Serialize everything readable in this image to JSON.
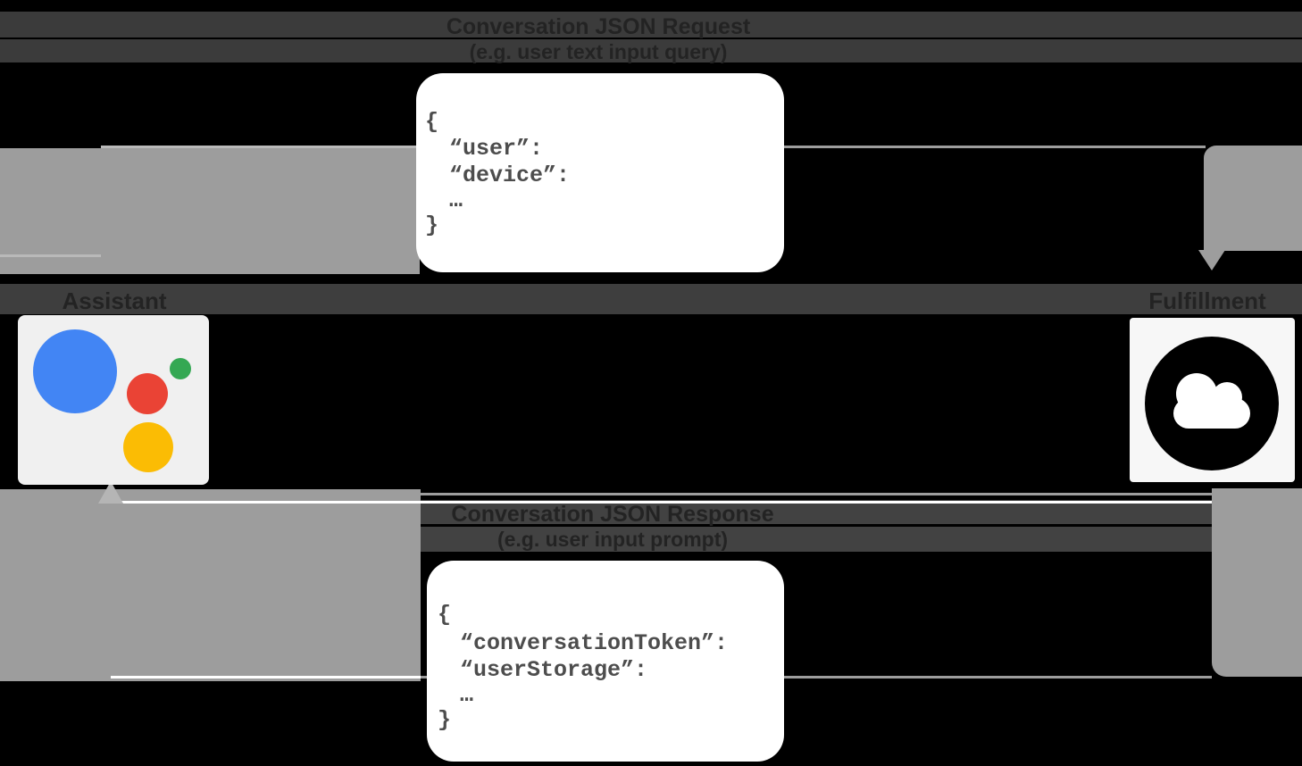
{
  "request": {
    "title": "Conversation JSON Request",
    "subtitle": "(e.g. user text input query)",
    "payload": {
      "open_brace": "{",
      "field1": "“user”:",
      "field2": "“device”:",
      "ellipsis": "…",
      "close_brace": "}"
    }
  },
  "response": {
    "title": "Conversation JSON Response",
    "subtitle": "(e.g. user input prompt)",
    "payload": {
      "open_brace": "{",
      "field1": "“conversationToken”:",
      "field2": "“userStorage”:",
      "ellipsis": "…",
      "close_brace": "}"
    }
  },
  "nodes": {
    "assistant": {
      "label": "Assistant"
    },
    "fulfillment": {
      "label": "Fulfillment"
    }
  },
  "icons": {
    "assistant_logo": "google-assistant-logo",
    "fulfillment_icon": "cloud-icon"
  },
  "colors": {
    "background": "#000000",
    "label_band": "#3b3b3b",
    "label_text": "#232323",
    "arrow_gray": "#9d9d9d",
    "card_white": "#ffffff",
    "code_text": "#4d4d4d",
    "assistant_tile": "#f0f0f0",
    "fulfillment_tile": "#f7f7f7",
    "assistant_blue": "#4285F4",
    "assistant_green": "#34A853",
    "assistant_red": "#EA4335",
    "assistant_yellow": "#FBBC04"
  }
}
